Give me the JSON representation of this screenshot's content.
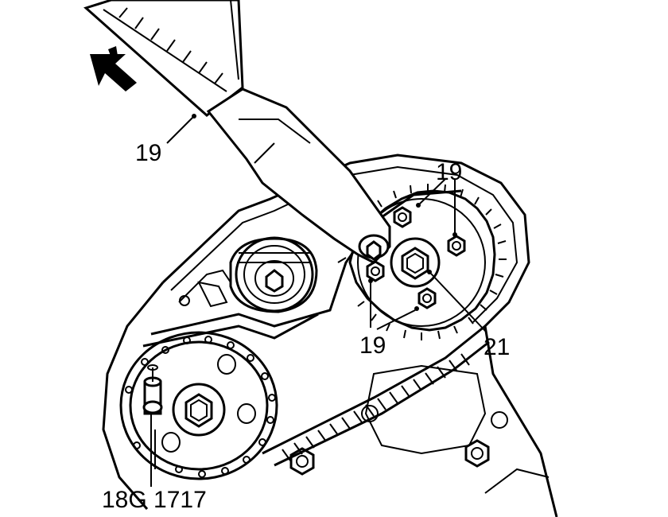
{
  "labels": {
    "tool_top": "19",
    "bolts_top": "19",
    "bolts_bottom": "19",
    "hub_bolt": "21",
    "tool_code": "18G 1717"
  },
  "colors": {
    "ink": "#000000",
    "paper": "#ffffff"
  },
  "icons": {
    "direction_arrow": "arrow-down-left-icon"
  }
}
